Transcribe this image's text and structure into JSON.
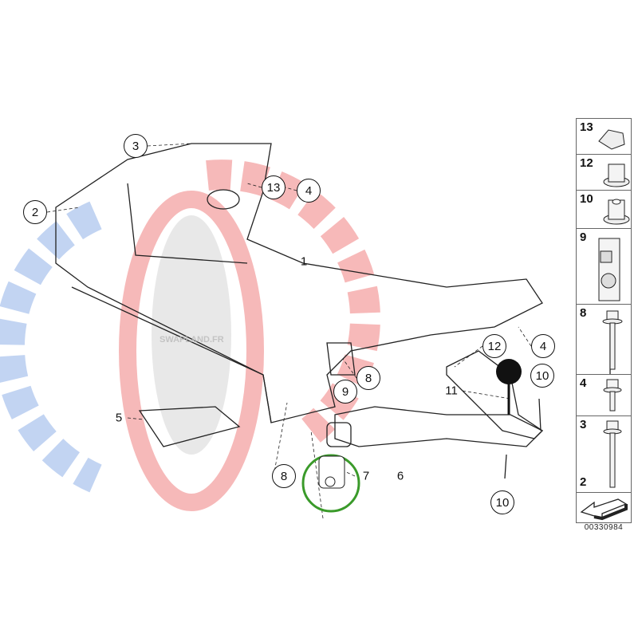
{
  "diagram": {
    "watermark": "SWAPLAND.FR",
    "watermark_colors": {
      "red": "#f08080",
      "blue": "#8fb0e8",
      "gray": "#c8c8c8"
    },
    "highlight_color": "#3a9a2a",
    "callouts": [
      "3",
      "2",
      "13",
      "4",
      "1",
      "12",
      "4",
      "8",
      "9",
      "10",
      "11",
      "5",
      "8",
      "7",
      "6",
      "10"
    ],
    "legend": [
      {
        "num": "13",
        "part": "clip-nut"
      },
      {
        "num": "12",
        "part": "hex-collar-nut"
      },
      {
        "num": "10",
        "part": "self-locking-nut"
      },
      {
        "num": "9",
        "part": "bracket-clip"
      },
      {
        "num": "8",
        "part": "collar-bolt"
      },
      {
        "num": "4",
        "part": "short-bolt"
      },
      {
        "num": "3",
        "num2": "2",
        "part": "long-bolt"
      }
    ],
    "diagram_code": "00330984"
  }
}
